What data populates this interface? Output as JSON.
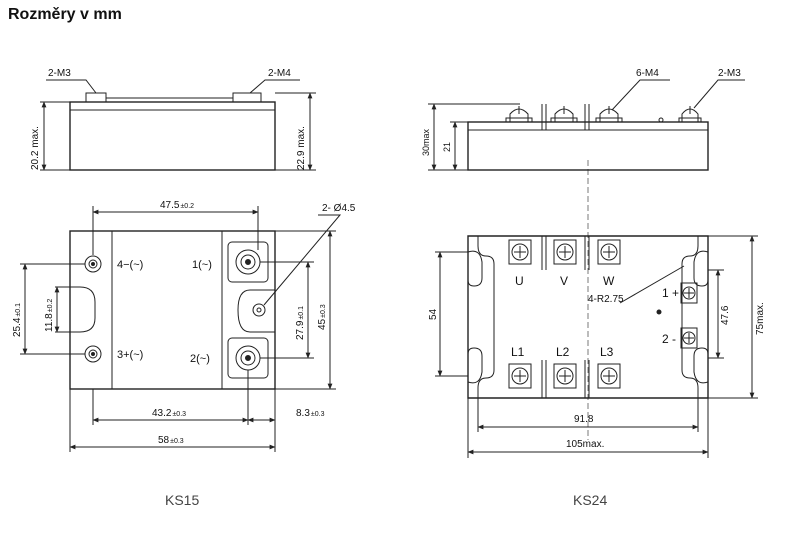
{
  "title": "Rozměry v mm",
  "ks15": {
    "caption": "KS15",
    "side": {
      "label_m3": "2-M3",
      "label_m4": "2-M4",
      "height_left": "20.2 max.",
      "height_right": "22.9 max."
    },
    "top": {
      "width_top": "47.5",
      "width_top_tol": "±0.2",
      "hole_label": "2- Ø4.5",
      "term_4": "4−(~)",
      "term_3": "3+(~)",
      "term_1": "1(~)",
      "term_2": "2(~)",
      "dim_25": "25.4",
      "dim_25_tol": "±0.1",
      "dim_118": "11.8",
      "dim_118_tol": "±0.2",
      "dim_279": "27.9",
      "dim_279_tol": "±0.1",
      "dim_45": "45",
      "dim_45_tol": "±0.3",
      "dim_432": "43.2",
      "dim_432_tol": "±0.3",
      "dim_83": "8.3",
      "dim_83_tol": "±0.3",
      "dim_58": "58",
      "dim_58_tol": "±0.3"
    }
  },
  "ks24": {
    "caption": "KS24",
    "side": {
      "label_m4": "6-M4",
      "label_m3": "2-M3",
      "height_30": "30max",
      "height_21": "21"
    },
    "top": {
      "term_u": "U",
      "term_v": "V",
      "term_w": "W",
      "term_l1": "L1",
      "term_l2": "L2",
      "term_l3": "L3",
      "radius_label": "4-R2.75",
      "ctrl_plus": "1 +",
      "ctrl_minus": "2 -",
      "dim_54": "54",
      "dim_476": "47.6",
      "dim_75": "75max.",
      "dim_918": "91.8",
      "dim_105": "105max."
    }
  }
}
